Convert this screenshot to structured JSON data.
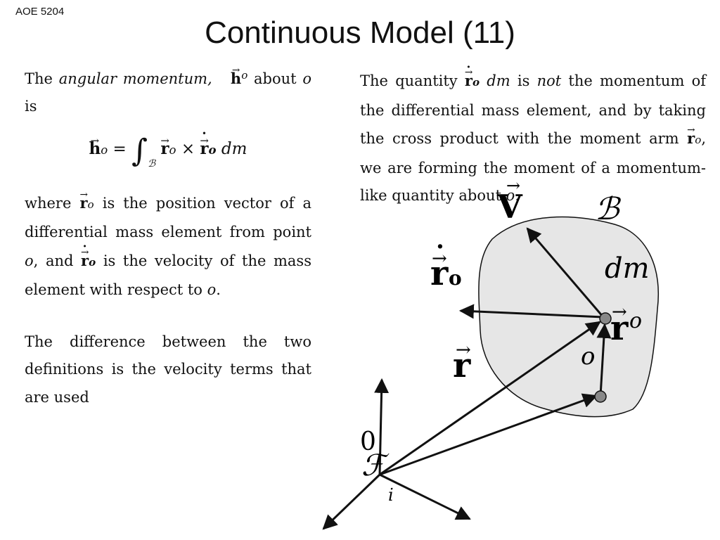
{
  "header": {
    "course": "AOE 5204",
    "title": "Continuous Model (11)"
  },
  "left": {
    "p1": {
      "lead": "The ",
      "term": "angular momentum,",
      "mid": " about ",
      "point": "o",
      "tail": " is",
      "h": "h",
      "sup": "o"
    },
    "eq": {
      "lhs": "h",
      "lsub": "o",
      "eqsign": " = ",
      "int": "∫",
      "intsub": "ℬ",
      "r": "r",
      "rsub": "o",
      "times": " × ",
      "rdot": "r",
      "rdotsub": "o",
      "dm": " dm"
    },
    "p2": {
      "a": "where ",
      "r": "r",
      "rsub": "o",
      "b": " is the position vector of a differential mass element from point ",
      "pt": "o",
      "c": ", and ",
      "rdot": "r",
      "rdotsub": "o",
      "d": " is the velocity of the mass element with respect to ",
      "pt2": "o",
      "e": "."
    },
    "p3": "The difference between the two definitions is the velocity terms that are used"
  },
  "right": {
    "a": "The quantity ",
    "rdot": "r",
    "rdotsub": "o",
    "dm": " dm",
    "b": " is ",
    "not": "not",
    "c": " the momentum of the differential mass element, and by taking the cross product with the moment arm ",
    "r": "r",
    "rsub": "o",
    "d": ", we are forming the moment of a momentum-like quantity about ",
    "pt": "o",
    "e": "."
  },
  "diagram": {
    "labels": {
      "v": "V",
      "body": "ℬ",
      "rdot": "r",
      "rdotsub": "o",
      "dm": "dm",
      "ro": "r",
      "rosup": "o",
      "o": "o",
      "r": "r",
      "zero": "0",
      "frame": "ℱ",
      "i": "i"
    },
    "colors": {
      "body_fill": "#e6e6e6",
      "point_fill": "#888888",
      "stroke": "#111111"
    }
  }
}
